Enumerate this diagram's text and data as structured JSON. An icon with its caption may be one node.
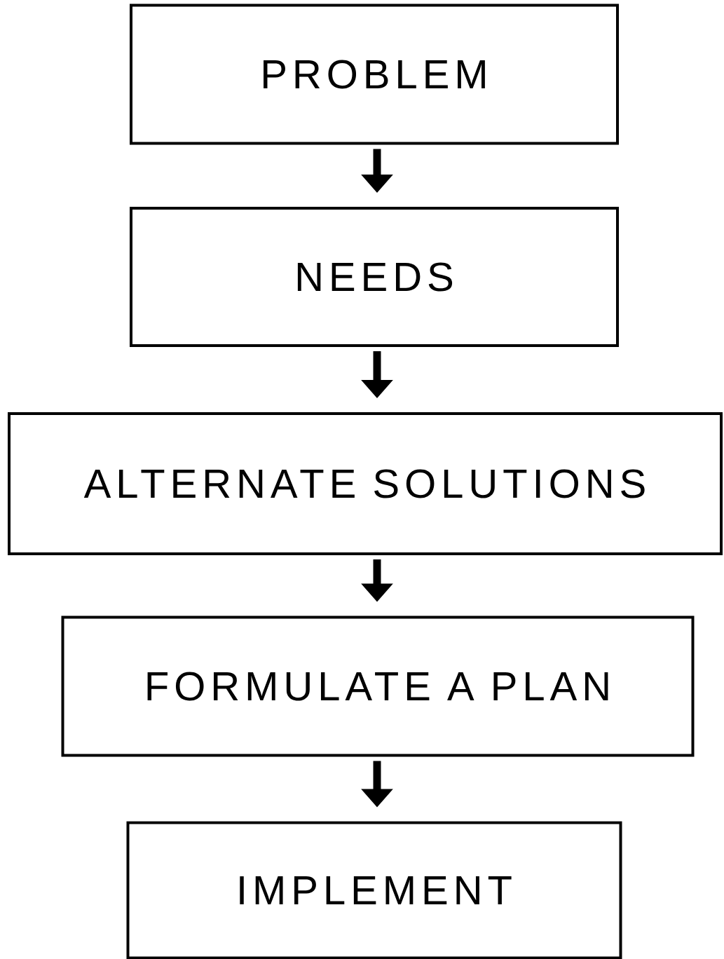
{
  "diagram": {
    "nodes": [
      {
        "text": [
          "PROBLEM"
        ]
      },
      {
        "text": [
          "NEEDS"
        ]
      },
      {
        "text": [
          "ALTERNATE SOLUTIONS"
        ]
      },
      {
        "text": [
          "FORMULATE A PLAN"
        ]
      },
      {
        "text": [
          "IMPLEMENT"
        ]
      }
    ],
    "edges": [
      {
        "from": 0,
        "to": 1,
        "arrow": "to"
      },
      {
        "from": 1,
        "to": 2,
        "arrow": "to"
      },
      {
        "from": 2,
        "to": 3,
        "arrow": "to"
      },
      {
        "from": 3,
        "to": 4,
        "arrow": "to"
      }
    ]
  }
}
